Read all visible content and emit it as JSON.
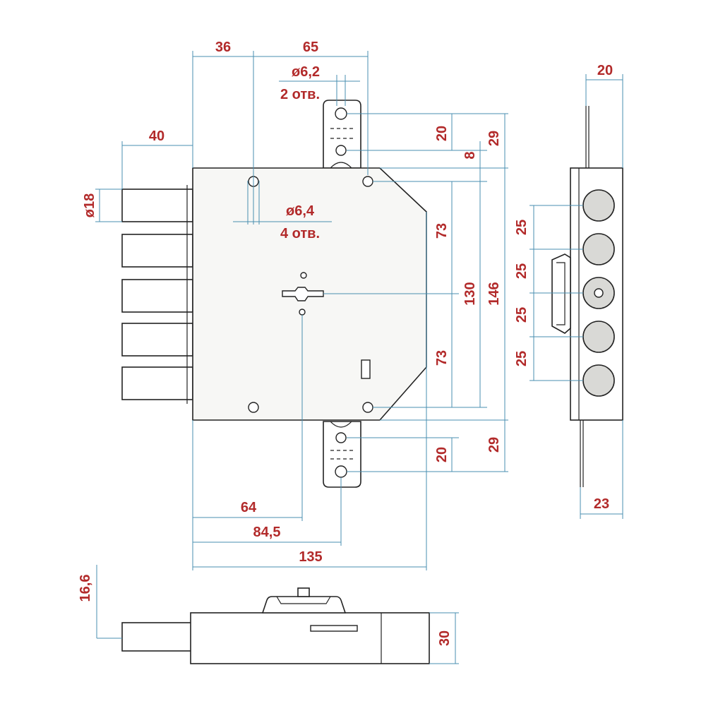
{
  "diagram": {
    "front_view": {
      "dims": {
        "d36": "36",
        "d65": "65",
        "d62": "ø6,2",
        "d62_note": "2 отв.",
        "d40": "40",
        "d18": "ø18",
        "d64_hole": "ø6,4",
        "d64_note": "4 отв.",
        "d20_top": "20",
        "d8": "8",
        "d29_top": "29",
        "d73_top": "73",
        "d130": "130",
        "d146": "146",
        "d73_bot": "73",
        "d20_bot": "20",
        "d29_bot": "29",
        "d64": "64",
        "d845": "84,5",
        "d135": "135"
      }
    },
    "side_view": {
      "dims": {
        "d20": "20",
        "d25_1": "25",
        "d25_2": "25",
        "d25_3": "25",
        "d25_4": "25",
        "d23": "23"
      }
    },
    "bottom_view": {
      "dims": {
        "d166": "16,6",
        "d30": "30"
      }
    }
  }
}
